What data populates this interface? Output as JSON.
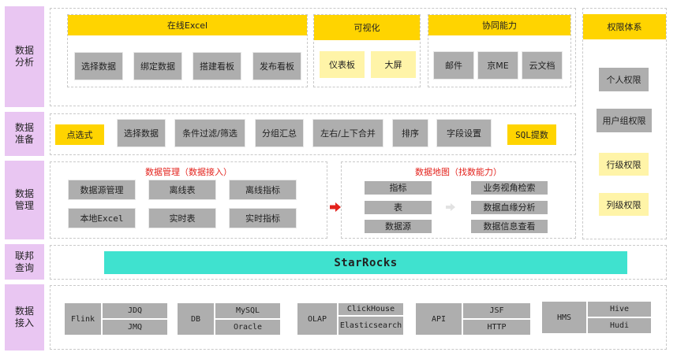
{
  "categories": {
    "analysis": "数据\n分析",
    "prep": "数据\n准备",
    "manage": "数据\n管理",
    "federated": "联邦\n查询",
    "ingest": "数据\n接入"
  },
  "analysis": {
    "excel": {
      "title": "在线Excel",
      "items": [
        "选择数据",
        "绑定数据",
        "搭建看板",
        "发布看板"
      ]
    },
    "viz": {
      "title": "可视化",
      "items": [
        "仪表板",
        "大屏"
      ]
    },
    "collab": {
      "title": "协同能力",
      "items": [
        "邮件",
        "京ME",
        "云文档"
      ]
    }
  },
  "permissions": {
    "title": "权限体系",
    "items": [
      "个人权限",
      "用户组权限",
      "行级权限",
      "列级权限"
    ]
  },
  "prep": {
    "items": [
      "点选式",
      "选择数据",
      "条件过滤/筛选",
      "分组汇总",
      "左右/上下合并",
      "排序",
      "字段设置",
      "SQL提数"
    ]
  },
  "management": {
    "title": "数据管理（数据接入）",
    "items": [
      "数据源管理",
      "离线表",
      "离线指标",
      "本地Excel",
      "实时表",
      "实时指标"
    ]
  },
  "datamap": {
    "title": "数据地图（找数能力）",
    "left": [
      "指标",
      "表",
      "数据源"
    ],
    "right": [
      "业务视角检索",
      "数据血缘分析",
      "数据信息查看"
    ]
  },
  "federated": {
    "label": "StarRocks"
  },
  "ingest": {
    "groups": [
      {
        "name": "Flink",
        "subs": [
          "JDQ",
          "JMQ"
        ]
      },
      {
        "name": "DB",
        "subs": [
          "MySQL",
          "Oracle"
        ]
      },
      {
        "name": "OLAP",
        "subs": [
          "ClickHouse",
          "Elasticsearch"
        ]
      },
      {
        "name": "API",
        "subs": [
          "JSF",
          "HTTP"
        ]
      },
      {
        "name": "HMS",
        "subs": [
          "Hive",
          "Hudi"
        ]
      }
    ]
  },
  "colors": {
    "category": "#e9c6f2",
    "yellow": "#ffd400",
    "pale_yellow": "#fff4a8",
    "gray": "#aeaeae",
    "starrocks": "#3fe2cf",
    "red": "#e3221c"
  }
}
